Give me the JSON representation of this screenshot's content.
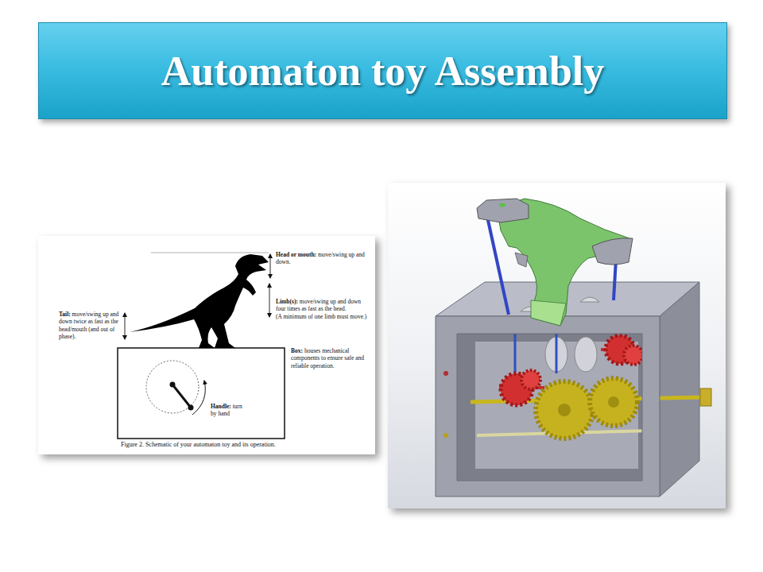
{
  "diagram": {
    "title": "Automaton toy Assembly",
    "caption": "Figure 2. Schematic of your automaton toy and its operation.",
    "labels": [
      "Head or mouth:",
      "move/swing up and down.",
      "Limb(s):",
      "move/swing up and down four times as fast as the head.",
      "(A minimum of one limb must move.)",
      "Tail:",
      "move/swing up and down twice as fast as the head/mouth (and out of phase).",
      "Box:",
      "houses mechanical components to ensure safe and reliable operation.",
      "Handle:",
      "turn by hand"
    ]
  }
}
